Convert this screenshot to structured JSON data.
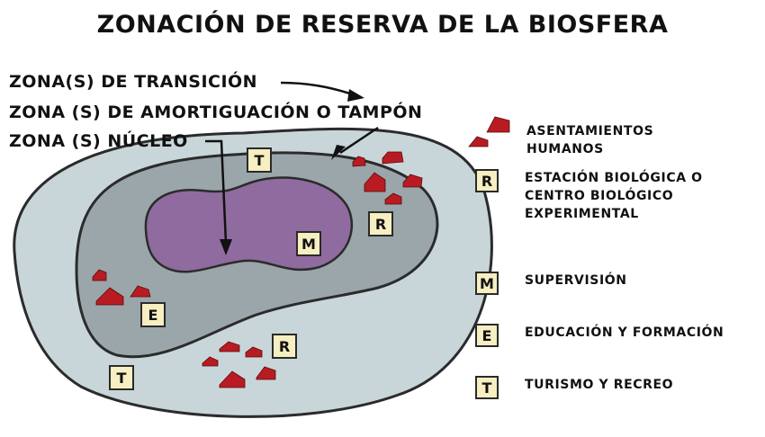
{
  "title": "ZONACIÓN DE RESERVA DE LA BIOSFERA",
  "zones": {
    "transition": "ZONA(S) DE TRANSICIÓN",
    "buffer": "ZONA (S) DE AMORTIGUACIÓN O TAMPÓN",
    "core": "ZONA (S) NÚCLEO"
  },
  "markers": {
    "T": "T",
    "R": "R",
    "M": "M",
    "E": "E"
  },
  "legend": {
    "settlements": "ASENTAMIENTOS\nHUMANOS",
    "research": "ESTACIÓN BIOLÓGICA O\nCENTRO BIOLÓGICO\nEXPERIMENTAL",
    "monitoring": "SUPERVISIÓN",
    "education": "EDUCACIÓN Y FORMACIÓN",
    "tourism": "TURISMO Y RECREO"
  },
  "colors": {
    "transition_zone": "#c9d6d9",
    "buffer_zone": "#9aa6aa",
    "core_zone": "#8f6b9f",
    "settlement": "#b81c22",
    "marker_box": "#f7eec1"
  }
}
